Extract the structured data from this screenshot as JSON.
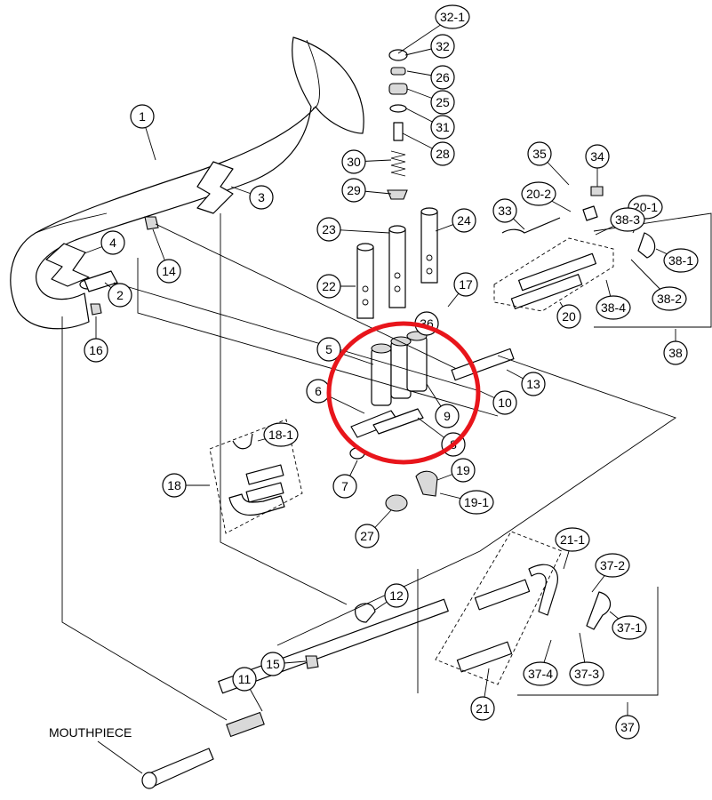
{
  "mouthpiece_label": "MOUTHPIECE",
  "highlight_color": "#e8151b",
  "callouts": [
    "1",
    "2",
    "3",
    "4",
    "5",
    "6",
    "7",
    "8",
    "9",
    "10",
    "11",
    "12",
    "13",
    "14",
    "15",
    "16",
    "17",
    "18",
    "18-1",
    "19",
    "19-1",
    "20",
    "20-1",
    "20-2",
    "21",
    "21-1",
    "22",
    "23",
    "24",
    "25",
    "26",
    "27",
    "28",
    "29",
    "30",
    "31",
    "32",
    "32-1",
    "33",
    "34",
    "35",
    "36",
    "37",
    "37-1",
    "37-2",
    "37-3",
    "37-4",
    "38",
    "38-1",
    "38-2",
    "38-3",
    "38-4"
  ]
}
